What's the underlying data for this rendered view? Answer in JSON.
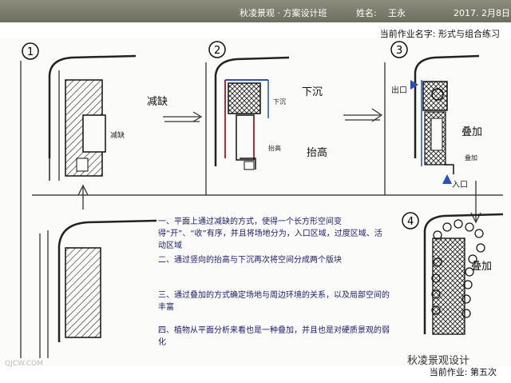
{
  "header": {
    "brand": "秋凌景观 · 方案设计班",
    "name_label": "姓名:",
    "name": "王永",
    "date": "2017. 2月8日"
  },
  "homework_title": "当前作业名字: 形式与组合练习",
  "sketch_numbers": [
    "1",
    "2",
    "3",
    "4"
  ],
  "labels": {
    "subtract": "减缺",
    "sink": "下沉",
    "raise": "抬高",
    "overlay_a": "叠加",
    "overlay_b": "叠加",
    "exit": "出口",
    "entrance": "入口"
  },
  "handwritten": {
    "s1": "减缺",
    "s2_sink": "下沉",
    "s2_raise": "抬高",
    "s3": "叠加"
  },
  "annotations": [
    "一、平面上通过减缺的方式，使得一个长方形空间变得“开”、“收”有序，并且将场地分为，入口区域，过度区域、活动区域",
    "二、通过竖向的抬高与下沉再次将空间分成两个版块",
    "三、通过叠加的方式确定场地与周边环境的关系，以及局部空间的丰富",
    "四、植物从平面分析来看也是一种叠加，并且也是对硬质景观的弱化"
  ],
  "logo_text": "秋凌景观设计",
  "watermark": "QJCW.COM",
  "footer": "当前作业: 第五次",
  "colors": {
    "header_bg": "#7a7a6a",
    "ink": "#1a1a1a",
    "red": "#c0282c",
    "blue": "#2a4fbf"
  }
}
